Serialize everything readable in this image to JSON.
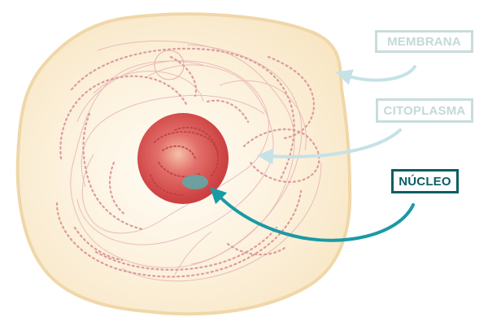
{
  "labels": {
    "membrana": "MEMBRANA",
    "citoplasma": "CITOPLASMA",
    "nucleo": "NÚCLEO"
  },
  "colors": {
    "membrane_fill": "#fbedd5",
    "membrane_stroke": "#f0d7a8",
    "nucleus": "#d24a46",
    "nucleolus": "#63a7a8",
    "active_arrow": "#1a9aa5",
    "faded_arrow": "#c6e2e6",
    "active_label": "#0b5e63",
    "faded_label": "#c9dcdc",
    "cytoplasm_lines": "#e3aaaa"
  }
}
